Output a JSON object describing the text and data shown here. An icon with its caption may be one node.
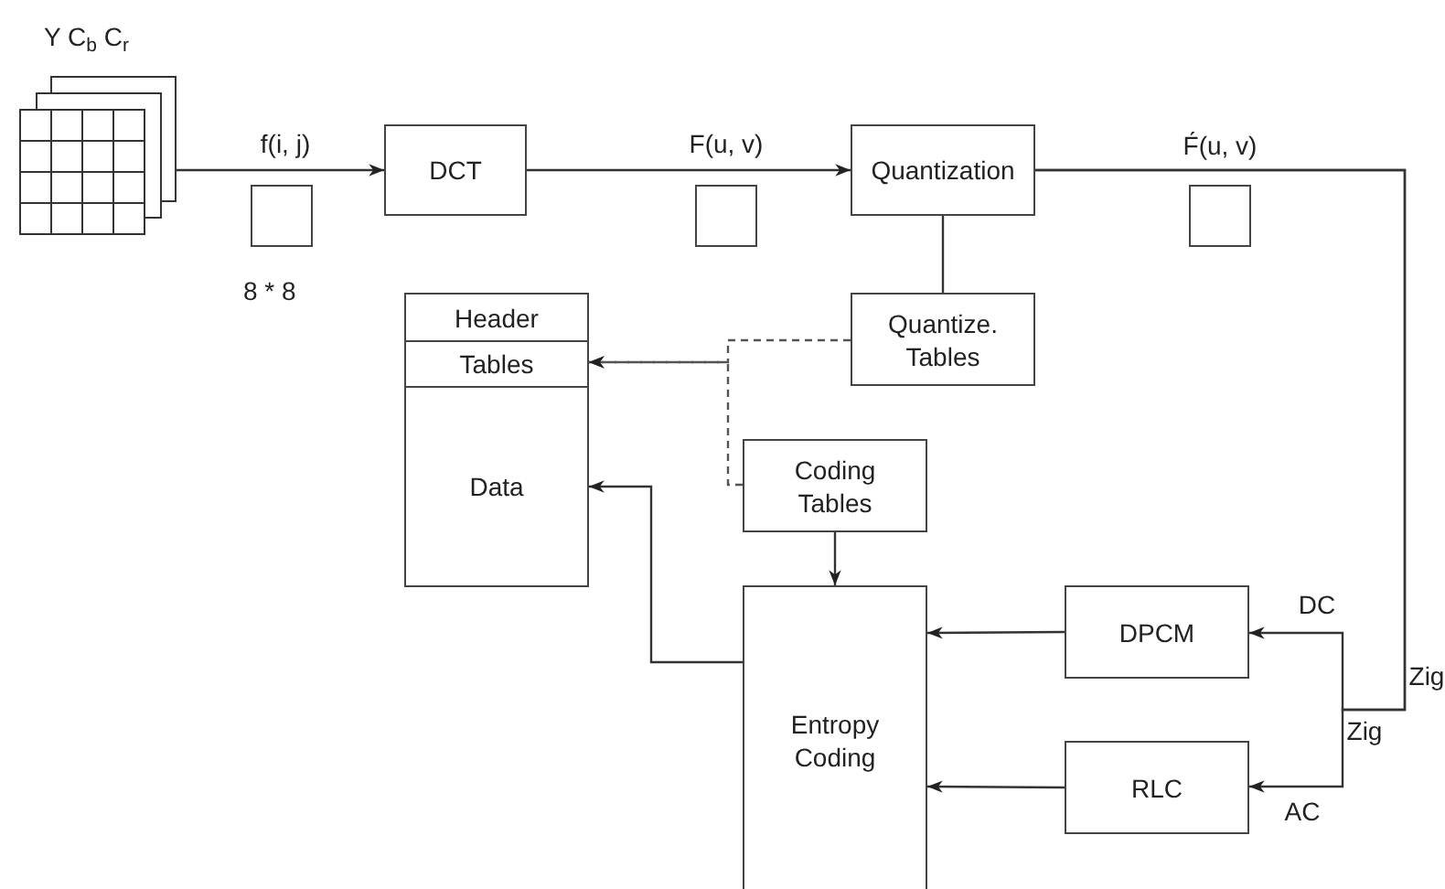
{
  "diagram": {
    "nodes": [
      {
        "text": [
          "Y C$_{b}$ C$_{r}$"
        ]
      },
      {
        "text": [],
        "shape": "box",
        "beside": [
          "8 * 8"
        ]
      },
      {
        "text": [
          "DCT"
        ]
      },
      {
        "text": [],
        "shape": "box"
      },
      {
        "text": [
          "Quantization"
        ]
      },
      {
        "text": [],
        "shape": "box"
      },
      {
        "text": [
          "Header"
        ]
      },
      {
        "text": [
          "Tables"
        ]
      },
      {
        "text": [
          "Data"
        ]
      },
      {
        "text": [
          "Quantize. Tables"
        ]
      },
      {
        "text": [
          "Coding Tables"
        ]
      },
      {
        "text": [
          "Entropy Coding"
        ]
      },
      {
        "text": [
          "DPCM"
        ]
      },
      {
        "text": [
          "RLC"
        ]
      }
    ],
    "edges": [
      {
        "from": 0,
        "to": 2,
        "arrow": "to",
        "label": "f(i, j)"
      },
      {
        "from": 2,
        "to": 4,
        "arrow": "to",
        "label": "F(u, v)"
      },
      {
        "from": 4,
        "to": 9,
        "arrow": "none"
      },
      {
        "from": 9,
        "to": 7,
        "arrow": "to",
        "style": "dashed"
      },
      {
        "from": 10,
        "to": 7,
        "arrow": "to",
        "style": "dashed"
      },
      {
        "from": 10,
        "to": 11,
        "arrow": "to"
      },
      {
        "from": 11,
        "to": 8,
        "arrow": "to"
      },
      {
        "from": 12,
        "to": 11,
        "arrow": "to"
      },
      {
        "from": 13,
        "to": 11,
        "arrow": "to"
      },
      {
        "from": 4,
        "to": 12,
        "arrow": "to",
        "label": "DC"
      },
      {
        "from": 4,
        "to": 13,
        "arrow": "to",
        "label": "AC"
      }
    ],
    "labels": [
      "F́(u, v)",
      "Zig",
      "Zig"
    ]
  }
}
